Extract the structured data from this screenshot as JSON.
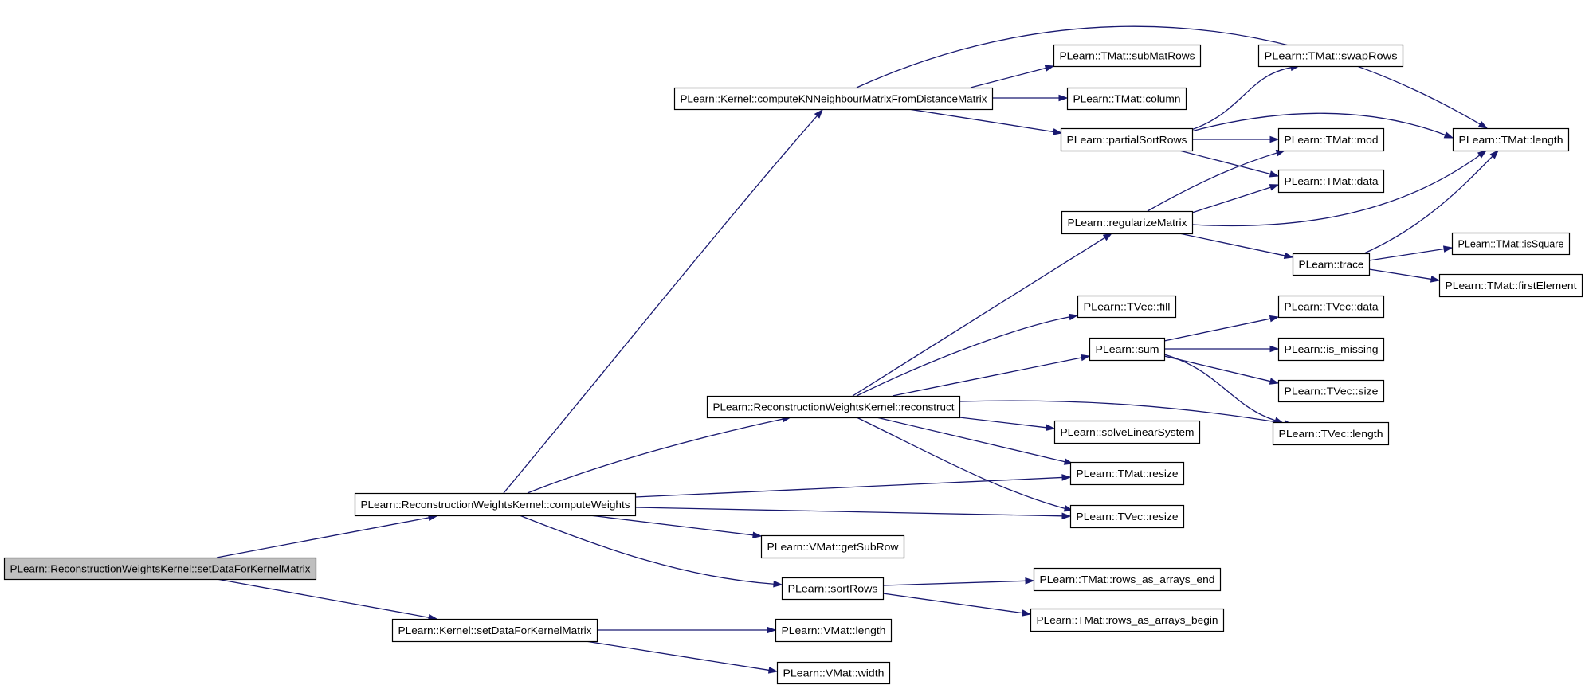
{
  "graph": {
    "colors": {
      "edge": "#191970",
      "root_fill": "#bfbfbf",
      "node_fill": "#ffffff",
      "border": "#000000"
    },
    "nodes": [
      {
        "id": "root",
        "label": "PLearn::ReconstructionWeightsKernel::setDataForKernelMatrix",
        "root": true
      },
      {
        "id": "computeWeights",
        "label": "PLearn::ReconstructionWeightsKernel::computeWeights"
      },
      {
        "id": "kernelSetData",
        "label": "PLearn::Kernel::setDataForKernelMatrix"
      },
      {
        "id": "computeKNN",
        "label": "PLearn::Kernel::computeKNNeighbourMatrixFromDistanceMatrix"
      },
      {
        "id": "reconstruct",
        "label": "PLearn::ReconstructionWeightsKernel::reconstruct"
      },
      {
        "id": "vmatGetSubRow",
        "label": "PLearn::VMat::getSubRow"
      },
      {
        "id": "sortRows",
        "label": "PLearn::sortRows"
      },
      {
        "id": "tmatResize",
        "label": "PLearn::TMat::resize"
      },
      {
        "id": "tvecResize",
        "label": "PLearn::TVec::resize"
      },
      {
        "id": "vmatLength",
        "label": "PLearn::VMat::length"
      },
      {
        "id": "vmatWidth",
        "label": "PLearn::VMat::width"
      },
      {
        "id": "subMatRows",
        "label": "PLearn::TMat::subMatRows"
      },
      {
        "id": "tmatColumn",
        "label": "PLearn::TMat::column"
      },
      {
        "id": "partialSortRows",
        "label": "PLearn::partialSortRows"
      },
      {
        "id": "tmatLength",
        "label": "PLearn::TMat::length"
      },
      {
        "id": "regularizeMatrix",
        "label": "PLearn::regularizeMatrix"
      },
      {
        "id": "tvecFill",
        "label": "PLearn::TVec::fill"
      },
      {
        "id": "sum",
        "label": "PLearn::sum"
      },
      {
        "id": "solveLinearSystem",
        "label": "PLearn::solveLinearSystem"
      },
      {
        "id": "tvecLength",
        "label": "PLearn::TVec::length"
      },
      {
        "id": "rowsEnd",
        "label": "PLearn::TMat::rows_as_arrays_end"
      },
      {
        "id": "rowsBegin",
        "label": "PLearn::TMat::rows_as_arrays_begin"
      },
      {
        "id": "swapRows",
        "label": "PLearn::TMat::swapRows"
      },
      {
        "id": "tmatMod",
        "label": "PLearn::TMat::mod"
      },
      {
        "id": "tmatData",
        "label": "PLearn::TMat::data"
      },
      {
        "id": "trace",
        "label": "PLearn::trace"
      },
      {
        "id": "isSquare",
        "label": "PLearn::TMat::isSquare"
      },
      {
        "id": "firstElement",
        "label": "PLearn::TMat::firstElement"
      },
      {
        "id": "tvecData",
        "label": "PLearn::TVec::data"
      },
      {
        "id": "isMissing",
        "label": "PLearn::is_missing"
      },
      {
        "id": "tvecSize",
        "label": "PLearn::TVec::size"
      }
    ],
    "edges": [
      [
        "root",
        "computeWeights"
      ],
      [
        "root",
        "kernelSetData"
      ],
      [
        "computeWeights",
        "computeKNN"
      ],
      [
        "computeWeights",
        "reconstruct"
      ],
      [
        "computeWeights",
        "tmatResize"
      ],
      [
        "computeWeights",
        "tvecResize"
      ],
      [
        "computeWeights",
        "vmatGetSubRow"
      ],
      [
        "computeWeights",
        "sortRows"
      ],
      [
        "kernelSetData",
        "vmatLength"
      ],
      [
        "kernelSetData",
        "vmatWidth"
      ],
      [
        "computeKNN",
        "subMatRows"
      ],
      [
        "computeKNN",
        "tmatColumn"
      ],
      [
        "computeKNN",
        "partialSortRows"
      ],
      [
        "computeKNN",
        "tmatLength"
      ],
      [
        "partialSortRows",
        "swapRows"
      ],
      [
        "partialSortRows",
        "tmatLength"
      ],
      [
        "partialSortRows",
        "tmatMod"
      ],
      [
        "partialSortRows",
        "tmatData"
      ],
      [
        "reconstruct",
        "regularizeMatrix"
      ],
      [
        "reconstruct",
        "tvecFill"
      ],
      [
        "reconstruct",
        "sum"
      ],
      [
        "reconstruct",
        "tvecLength"
      ],
      [
        "reconstruct",
        "solveLinearSystem"
      ],
      [
        "reconstruct",
        "tmatResize"
      ],
      [
        "reconstruct",
        "tvecResize"
      ],
      [
        "regularizeMatrix",
        "tmatMod"
      ],
      [
        "regularizeMatrix",
        "tmatData"
      ],
      [
        "regularizeMatrix",
        "tmatLength"
      ],
      [
        "regularizeMatrix",
        "trace"
      ],
      [
        "trace",
        "tmatLength"
      ],
      [
        "trace",
        "isSquare"
      ],
      [
        "trace",
        "firstElement"
      ],
      [
        "sum",
        "tvecData"
      ],
      [
        "sum",
        "isMissing"
      ],
      [
        "sum",
        "tvecSize"
      ],
      [
        "sum",
        "tvecLength"
      ],
      [
        "sortRows",
        "rowsEnd"
      ],
      [
        "sortRows",
        "rowsBegin"
      ]
    ]
  }
}
